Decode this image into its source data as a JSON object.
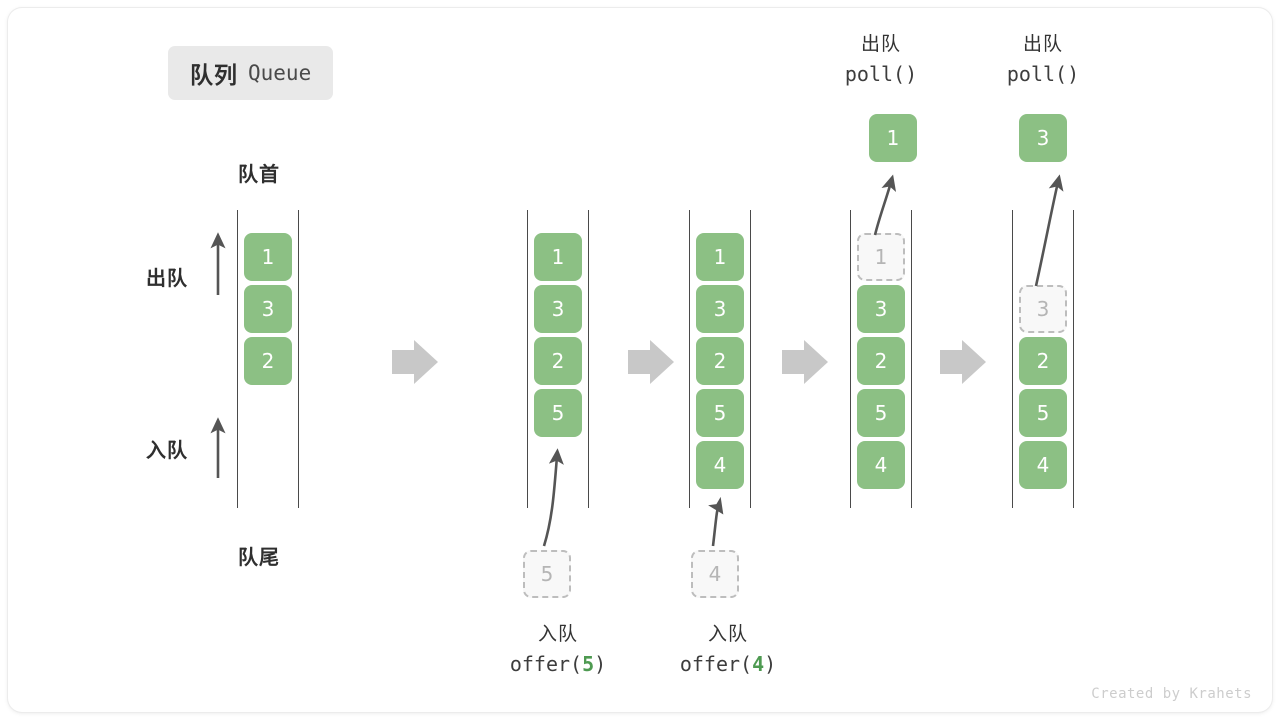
{
  "title": {
    "cn": "队列",
    "en": "Queue"
  },
  "labels": {
    "head": "队首",
    "tail": "队尾",
    "dequeue": "出队",
    "enqueue": "入队"
  },
  "operations": {
    "offer_5": {
      "cn": "入队",
      "code_prefix": "offer(",
      "code_value": "5",
      "code_suffix": ")"
    },
    "offer_4": {
      "cn": "入队",
      "code_prefix": "offer(",
      "code_value": "4",
      "code_suffix": ")"
    },
    "poll_1": {
      "cn": "出队",
      "code": "poll()"
    },
    "poll_2": {
      "cn": "出队",
      "code": "poll()"
    }
  },
  "colors": {
    "element_fill": "#8cc084",
    "element_text": "#ffffff",
    "ghost_border": "#bdbdbd",
    "ghost_fill": "#f8f8f8",
    "ghost_text": "#b5b5b5",
    "rail": "#4a4a4a",
    "step_arrow": "#c8c8c8",
    "code_accent": "#4e9a51"
  },
  "columns": [
    {
      "name": "initial",
      "slots": [
        "1",
        "3",
        "2"
      ]
    },
    {
      "name": "after-offer-5",
      "slots": [
        "1",
        "3",
        "2",
        "5"
      ]
    },
    {
      "name": "after-offer-4",
      "slots": [
        "1",
        "3",
        "2",
        "5",
        "4"
      ]
    },
    {
      "name": "poll-first",
      "slots": [
        "1",
        "3",
        "2",
        "5",
        "4"
      ],
      "ghost_index": 0,
      "popped": "1"
    },
    {
      "name": "poll-second",
      "slots": [
        "3",
        "2",
        "5",
        "4"
      ],
      "ghost_index": 0,
      "popped": "3"
    }
  ],
  "incoming": [
    {
      "column": "after-offer-5",
      "value": "5"
    },
    {
      "column": "after-offer-4",
      "value": "4"
    }
  ],
  "watermark": "Created by Krahets"
}
